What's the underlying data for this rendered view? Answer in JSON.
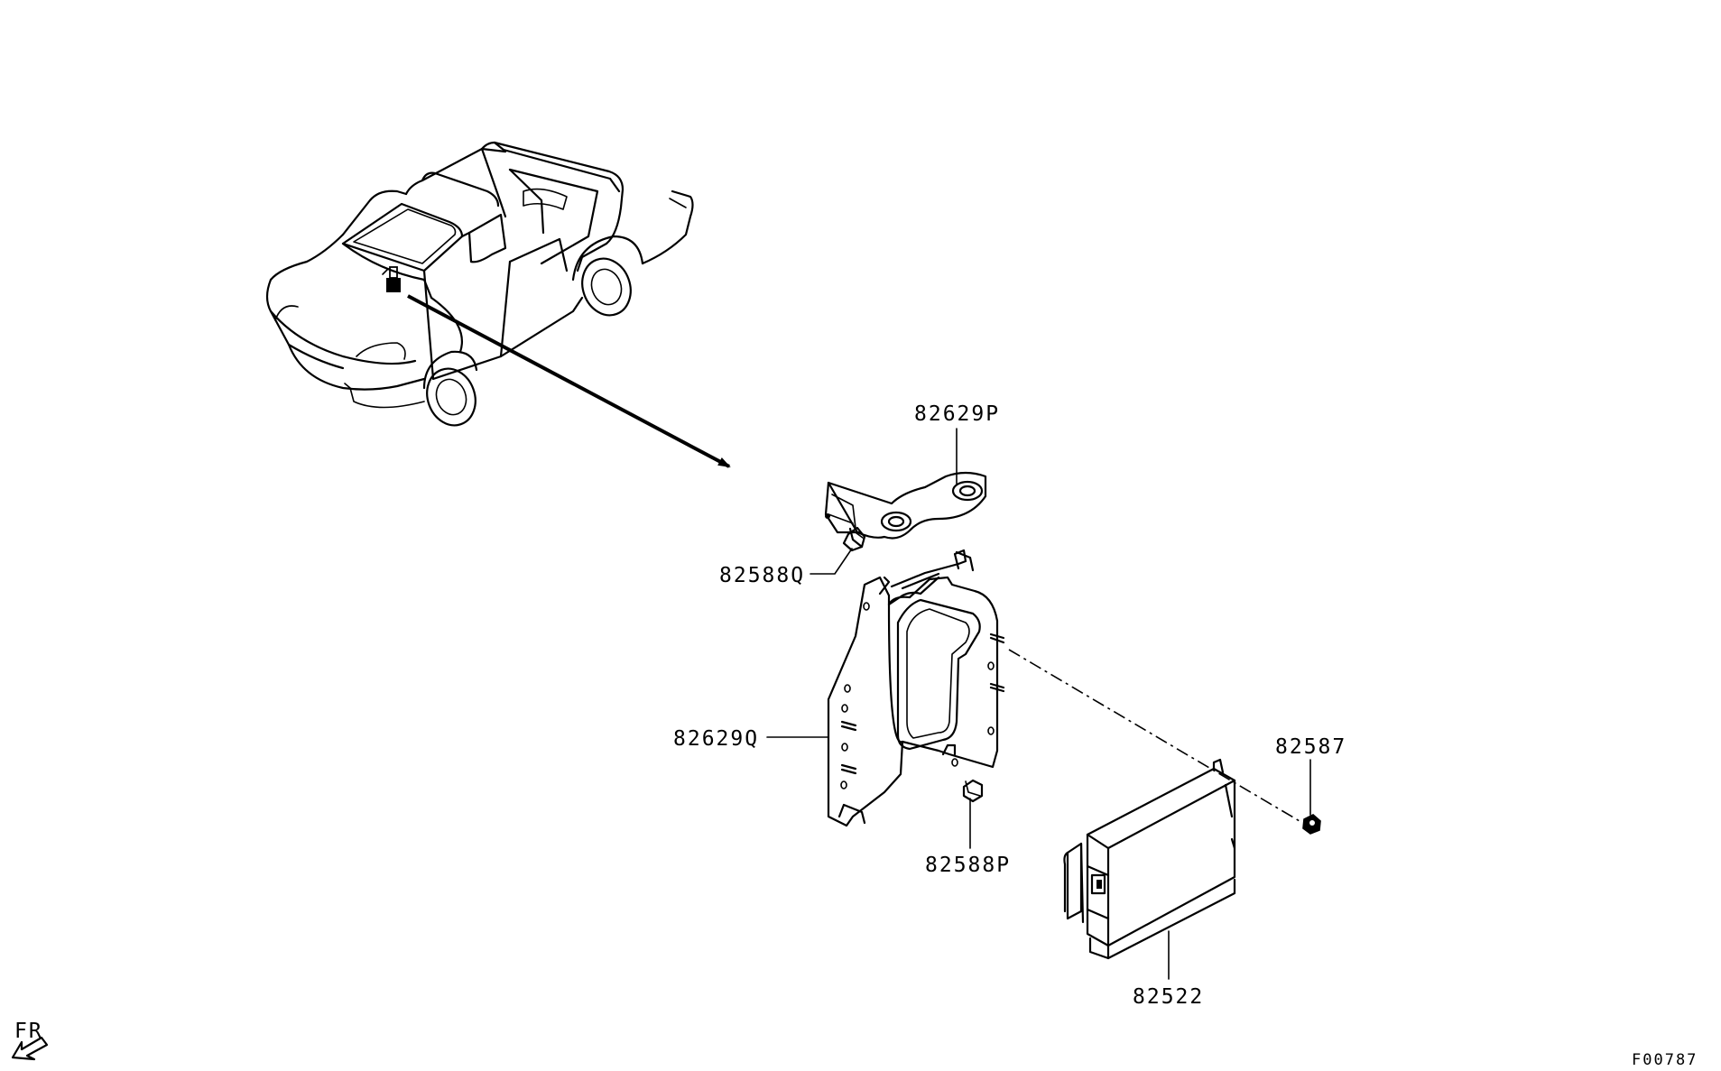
{
  "parts": {
    "bracket_upper": "82629P",
    "bolt_upper": "82588Q",
    "bracket_main": "82629Q",
    "bolt_lower": "82588P",
    "nut": "82587",
    "control_unit": "82522"
  },
  "direction_marker": {
    "text": "FR",
    "icon": "front-direction-arrow-icon"
  },
  "figure_code": "F00787",
  "colors": {
    "line": "#000000",
    "background": "#ffffff"
  }
}
